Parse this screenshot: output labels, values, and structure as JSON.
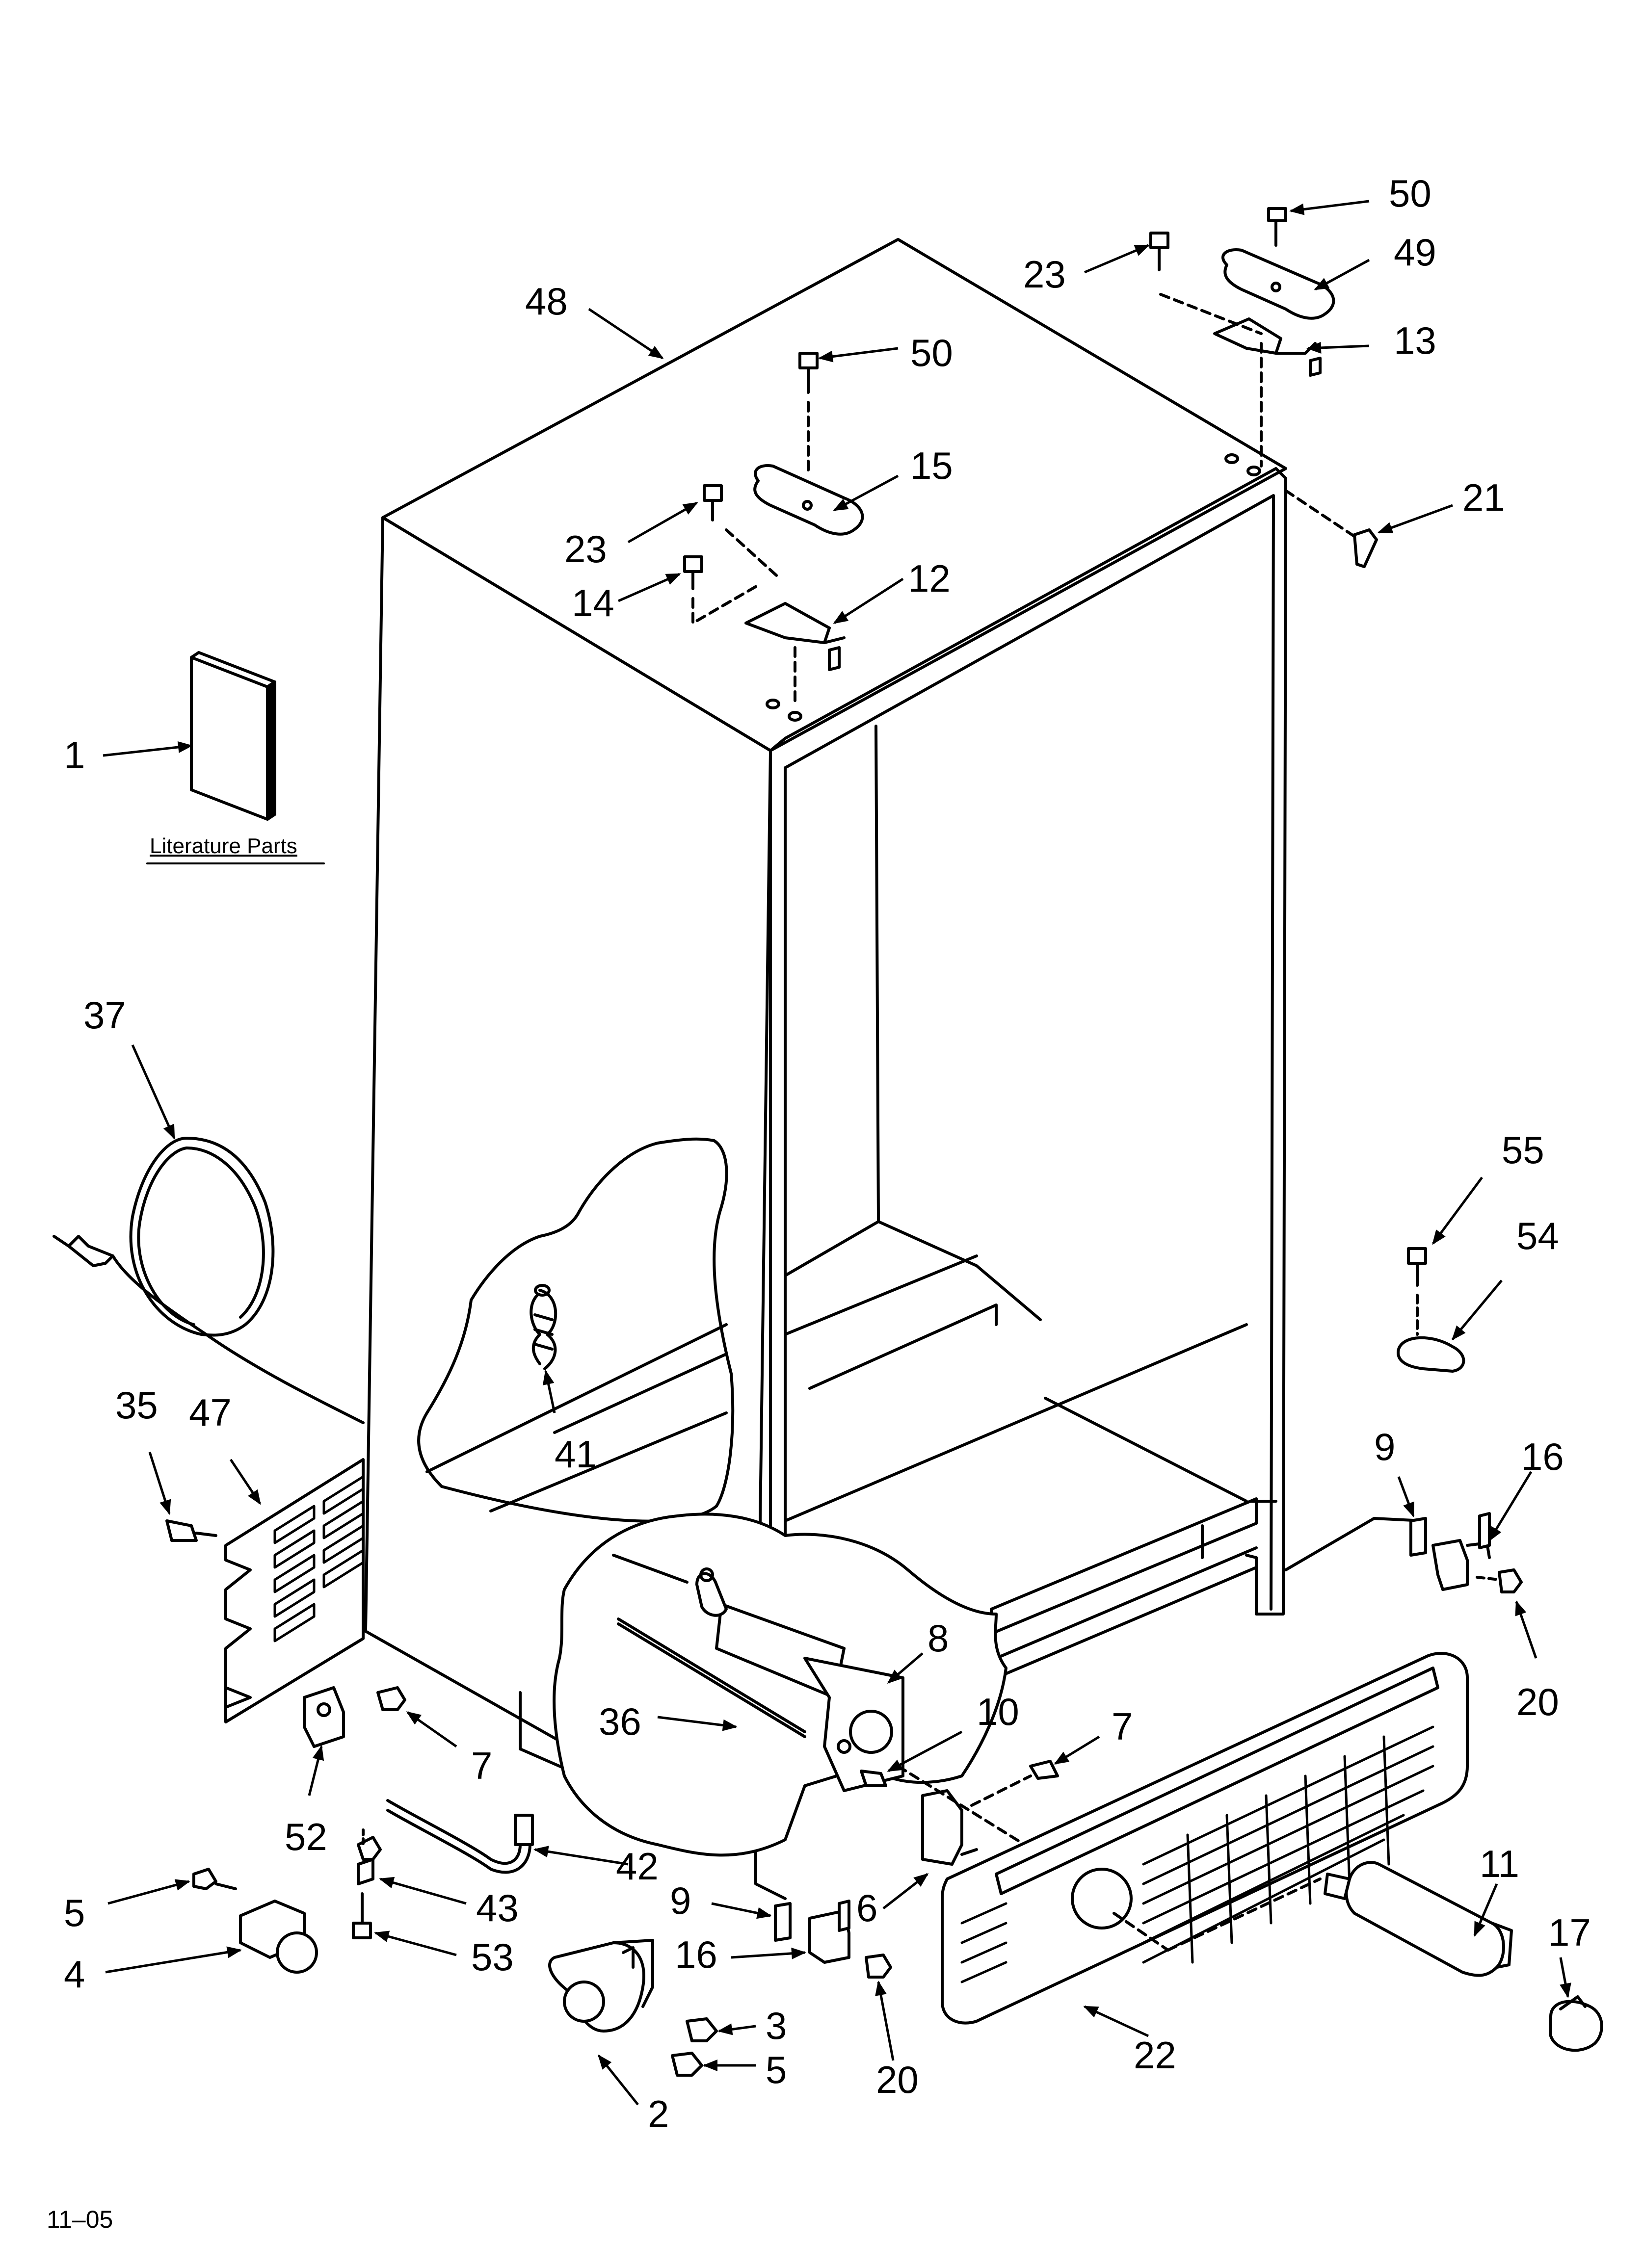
{
  "diagram": {
    "literature_caption": "Literature Parts",
    "date_code": "11–05",
    "callouts": {
      "c1": "1",
      "c2": "2",
      "c3": "3",
      "c4": "4",
      "c5_left": "5",
      "c5_right": "5",
      "c6": "6",
      "c7_left": "7",
      "c7_right": "7",
      "c8": "8",
      "c9_right": "9",
      "c9_left": "9",
      "c10": "10",
      "c11": "11",
      "c12": "12",
      "c13": "13",
      "c14": "14",
      "c15": "15",
      "c16_right": "16",
      "c16_left": "16",
      "c17": "17",
      "c20_right": "20",
      "c20_left": "20",
      "c21": "21",
      "c22": "22",
      "c23_top": "23",
      "c23_mid": "23",
      "c35": "35",
      "c36": "36",
      "c37": "37",
      "c41": "41",
      "c42": "42",
      "c43": "43",
      "c47": "47",
      "c48": "48",
      "c49": "49",
      "c50_top": "50",
      "c50_mid": "50",
      "c52": "52",
      "c53": "53",
      "c54": "54",
      "c55": "55"
    }
  }
}
